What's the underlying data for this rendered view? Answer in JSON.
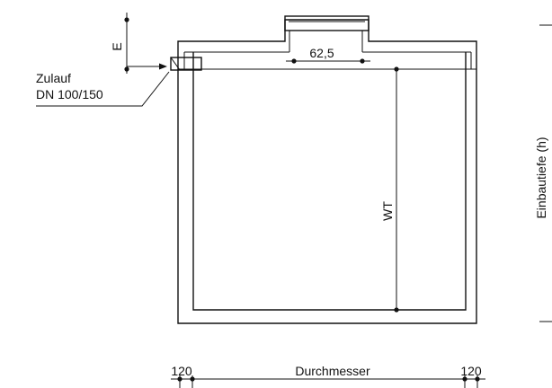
{
  "labels": {
    "dim_e": "E",
    "inlet_title": "Zulauf",
    "inlet_size": "DN 100/150",
    "opening_width": "62,5",
    "water_depth": "WT",
    "install_depth": "Einbautiefe (h)",
    "wall_left": "120",
    "diameter": "Durchmesser",
    "wall_right": "120"
  },
  "colors": {
    "line": "#111111",
    "background": "#ffffff"
  }
}
